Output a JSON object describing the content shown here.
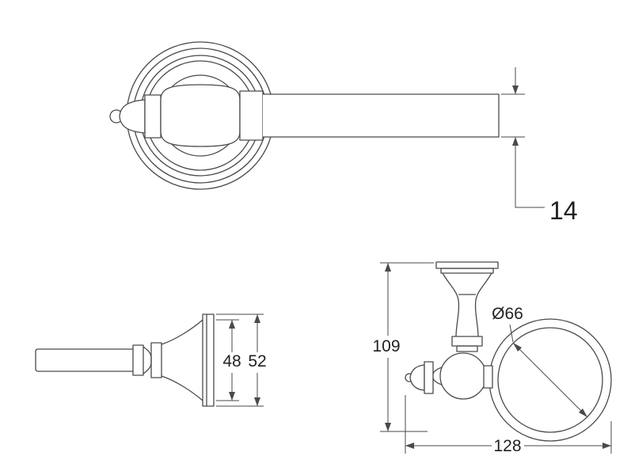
{
  "drawing": {
    "colors": {
      "line": "#4a4a4a",
      "text": "#222222",
      "background": "#ffffff"
    },
    "dimensions": {
      "bar_diameter": "14",
      "mount_inner": "48",
      "mount_outer": "52",
      "holder_height": "109",
      "cup_diameter": "Ø66",
      "holder_width": "128"
    }
  }
}
